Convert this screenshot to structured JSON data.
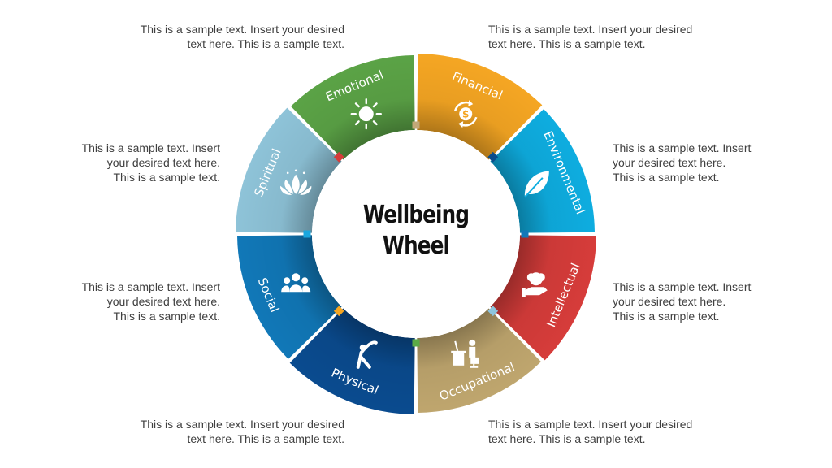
{
  "title": {
    "line1": "Wellbeing",
    "line2": "Wheel"
  },
  "segments": [
    {
      "label": "Financial",
      "color": "#F5A623",
      "icon": "dollar-cycle-icon",
      "marker": "#C2A878"
    },
    {
      "label": "Environmental",
      "color": "#0EADE0",
      "icon": "leaf-icon",
      "marker": "#0B4C8C"
    },
    {
      "label": "Intellectual",
      "color": "#D63C3A",
      "icon": "brain-hand-icon",
      "marker": "#1178B8"
    },
    {
      "label": "Occupational",
      "color": "#BFA66E",
      "icon": "desk-worker-icon",
      "marker": "#8DC5DD"
    },
    {
      "label": "Physical",
      "color": "#0A4B8F",
      "icon": "stretching-person-icon",
      "marker": "#5BAA46"
    },
    {
      "label": "Social",
      "color": "#1178B8",
      "icon": "group-people-icon",
      "marker": "#F5A623"
    },
    {
      "label": "Spiritual",
      "color": "#8EC3D8",
      "icon": "lotus-icon",
      "marker": "#1AA6DE"
    },
    {
      "label": "Emotional",
      "color": "#5BA346",
      "icon": "sun-icon",
      "marker": "#D63C3A"
    }
  ],
  "descriptions": {
    "top_left": {
      "line1": "This is a sample text. Insert your desired",
      "line2": "text here. This is a sample text."
    },
    "top_right": {
      "line1": "This is a sample text. Insert your desired",
      "line2": "text here. This is a sample text."
    },
    "upper_left": {
      "line1": "This is a sample text. Insert",
      "line2": "your desired text here.",
      "line3": "This is a sample text."
    },
    "upper_right": {
      "line1": "This is a sample text. Insert",
      "line2": "your desired text here.",
      "line3": "This is a sample text."
    },
    "lower_left": {
      "line1": "This is a sample text. Insert",
      "line2": "your desired text here.",
      "line3": "This is a sample text."
    },
    "lower_right": {
      "line1": "This is a sample text. Insert",
      "line2": "your desired text here.",
      "line3": "This is a sample text."
    },
    "bottom_left": {
      "line1": "This is a sample text. Insert your desired",
      "line2": "text here. This is a sample text."
    },
    "bottom_right": {
      "line1": "This is a sample text. Insert your desired",
      "line2": "text here. This is a sample text."
    }
  }
}
